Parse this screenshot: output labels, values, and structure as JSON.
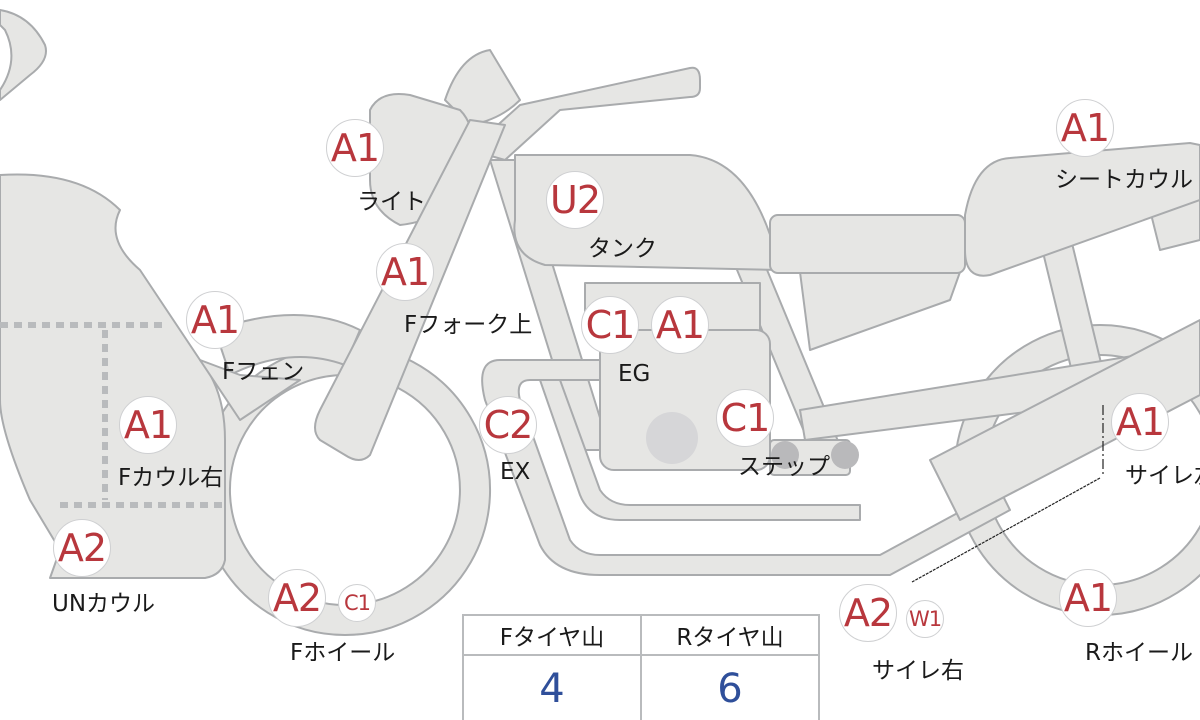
{
  "colors": {
    "part_fill": "#e6e6e4",
    "part_stroke": "#a9abad",
    "grade_text": "#b8373d",
    "tread_value": "#2f4f9a"
  },
  "parts": [
    {
      "id": "light",
      "grades": [
        "A1"
      ],
      "label": "ライト"
    },
    {
      "id": "tank",
      "grades": [
        "U2"
      ],
      "label": "タンク"
    },
    {
      "id": "seat-cowl",
      "grades": [
        "A1"
      ],
      "label": "シートカウル"
    },
    {
      "id": "f-fork-upper",
      "grades": [
        "A1"
      ],
      "label": "Fフォーク上"
    },
    {
      "id": "f-fender",
      "grades": [
        "A1"
      ],
      "label": "Fフェン"
    },
    {
      "id": "engine",
      "grades": [
        "C1",
        "A1"
      ],
      "label": "EG"
    },
    {
      "id": "exhaust",
      "grades": [
        "C2"
      ],
      "label": "EX"
    },
    {
      "id": "step",
      "grades": [
        "C1"
      ],
      "label": "ステップ"
    },
    {
      "id": "silencer-left",
      "grades": [
        "A1"
      ],
      "label": "サイレ左"
    },
    {
      "id": "f-cowl-right",
      "grades": [
        "A1"
      ],
      "label": "Fカウル右"
    },
    {
      "id": "under-cowl",
      "grades": [
        "A2"
      ],
      "label": "UNカウル"
    },
    {
      "id": "f-wheel",
      "grades": [
        "A2",
        "C1"
      ],
      "label": "Fホイール"
    },
    {
      "id": "silencer-right",
      "grades": [
        "A2",
        "W1"
      ],
      "label": "サイレ右"
    },
    {
      "id": "r-wheel",
      "grades": [
        "A1"
      ],
      "label": "Rホイール"
    }
  ],
  "tire_tread": {
    "headers": [
      "Fタイヤ山",
      "Rタイヤ山"
    ],
    "values": [
      "4",
      "6"
    ]
  }
}
